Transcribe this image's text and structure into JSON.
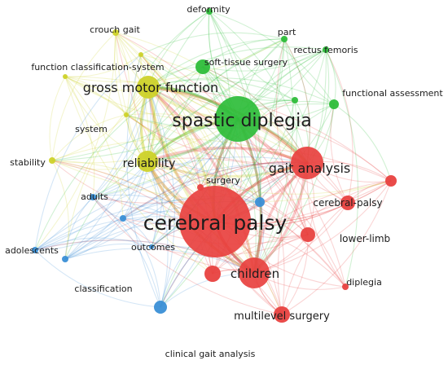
{
  "colors": {
    "red": "#e8413f",
    "green": "#2ebd3a",
    "yellow": "#cdd22a",
    "blue": "#3a8fd6",
    "purple": "#9b78c9"
  },
  "nodes": [
    {
      "id": "cerebral-palsy",
      "label": "cerebral palsy",
      "cluster": "red"
    },
    {
      "id": "spastic-diplegia",
      "label": "spastic diplegia",
      "cluster": "green"
    },
    {
      "id": "gross-motor-function",
      "label": "gross motor function",
      "cluster": "yellow"
    },
    {
      "id": "gait-analysis",
      "label": "gait analysis",
      "cluster": "red"
    },
    {
      "id": "children",
      "label": "children",
      "cluster": "red"
    },
    {
      "id": "reliability",
      "label": "reliability",
      "cluster": "yellow"
    },
    {
      "id": "multilevel-surgery",
      "label": "multilevel surgery",
      "cluster": "red"
    },
    {
      "id": "soft-tissue-surgery",
      "label": "soft-tissue surgery",
      "cluster": "green"
    },
    {
      "id": "cerebral-palsy-2",
      "label": "cerebral-palsy",
      "cluster": "red"
    },
    {
      "id": "lower-limb",
      "label": "lower-limb",
      "cluster": "red"
    },
    {
      "id": "functional-assessment",
      "label": "functional assessment",
      "cluster": "green"
    },
    {
      "id": "function-classification-system",
      "label": "function classification-system",
      "cluster": "yellow"
    },
    {
      "id": "crouch-gait",
      "label": "crouch gait",
      "cluster": "yellow"
    },
    {
      "id": "deformity",
      "label": "deformity",
      "cluster": "green"
    },
    {
      "id": "part",
      "label": "part",
      "cluster": "green"
    },
    {
      "id": "rectus-femoris",
      "label": "rectus femoris",
      "cluster": "green"
    },
    {
      "id": "system",
      "label": "system",
      "cluster": "yellow"
    },
    {
      "id": "stability",
      "label": "stability",
      "cluster": "yellow"
    },
    {
      "id": "surgery",
      "label": "surgery",
      "cluster": "red"
    },
    {
      "id": "adults",
      "label": "adults",
      "cluster": "blue"
    },
    {
      "id": "adolescents",
      "label": "adolescents",
      "cluster": "blue"
    },
    {
      "id": "outcomes",
      "label": "outcomes",
      "cluster": "blue"
    },
    {
      "id": "classification",
      "label": "classification",
      "cluster": "blue"
    },
    {
      "id": "diplegia",
      "label": "diplegia",
      "cluster": "red"
    },
    {
      "id": "clinical-gait-analysis",
      "label": "clinical gait analysis",
      "cluster": "blue"
    },
    {
      "id": "unlabeled-red-right",
      "label": "",
      "cluster": "red"
    },
    {
      "id": "unlabeled-red-mid",
      "label": "",
      "cluster": "red"
    },
    {
      "id": "unlabeled-blue-center",
      "label": "",
      "cluster": "blue"
    },
    {
      "id": "unlabeled-blue-left",
      "label": "",
      "cluster": "blue"
    },
    {
      "id": "unlabeled-green-small",
      "label": "",
      "cluster": "green"
    },
    {
      "id": "unlabeled-yellow-small",
      "label": "",
      "cluster": "yellow"
    }
  ]
}
